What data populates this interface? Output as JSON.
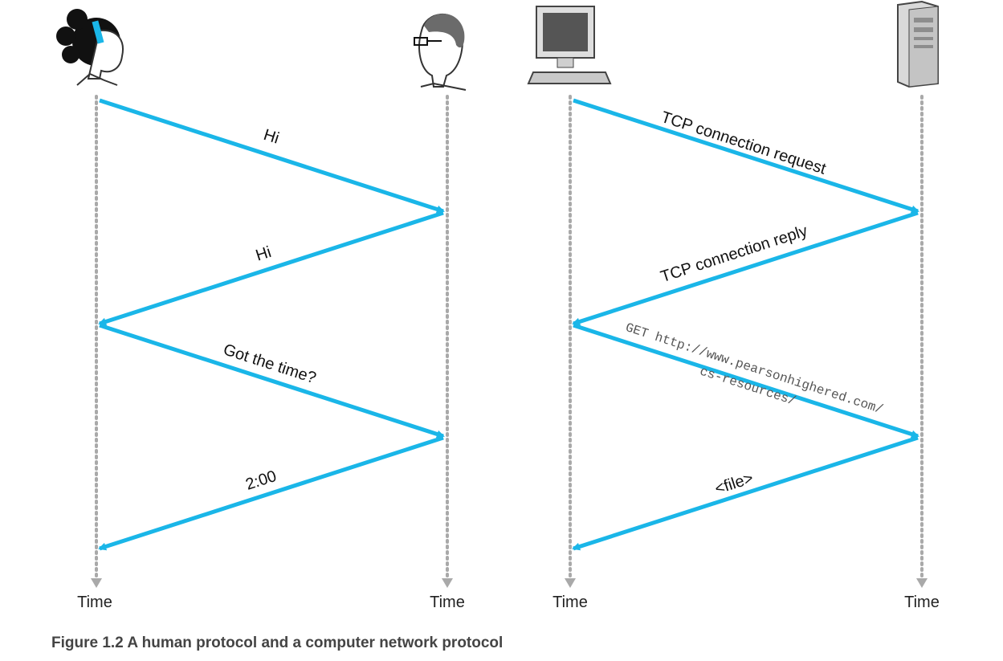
{
  "caption": "Figure 1.2 A human protocol and a computer network protocol",
  "time_label": "Time",
  "colors": {
    "arrow": "#1ab6e8",
    "timeline": "#a9a9a9"
  },
  "icons": [
    "woman-icon",
    "man-icon",
    "desktop-computer-icon",
    "server-tower-icon"
  ],
  "human_protocol": {
    "messages": [
      {
        "text": "Hi",
        "direction": "right"
      },
      {
        "text": "Hi",
        "direction": "left"
      },
      {
        "text": "Got the time?",
        "direction": "right"
      },
      {
        "text": "2:00",
        "direction": "left"
      }
    ]
  },
  "network_protocol": {
    "messages": [
      {
        "text": "TCP connection request",
        "direction": "right"
      },
      {
        "text": "TCP connection reply",
        "direction": "left"
      },
      {
        "text_line1": "GET http://www.pearsonhighered.com/",
        "text_line2": "cs-resources/",
        "direction": "right"
      },
      {
        "text": "<file>",
        "direction": "left"
      }
    ]
  }
}
